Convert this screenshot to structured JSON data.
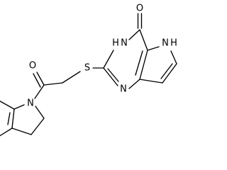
{
  "molecule": {
    "atoms": {
      "carbonyl_oxygen_top": "O",
      "ring_nh_left_h": "H",
      "ring_nh_left_n": "N",
      "ring_nh_right_n": "N",
      "ring_nh_right_h": "H",
      "sulfur": "S",
      "ring_n_lower": "N",
      "amide_oxygen": "O",
      "indoline_n": "N"
    }
  },
  "colors": {
    "bond": "#000000",
    "text": "#000000",
    "background": "#ffffff"
  }
}
